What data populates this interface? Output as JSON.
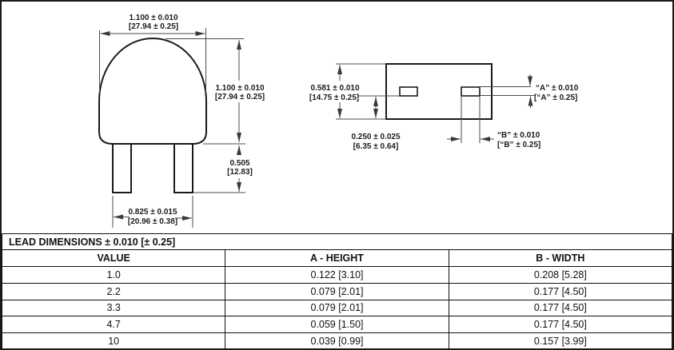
{
  "colors": {
    "ink": "#1a1a1a",
    "dimension_line": "#4c4c4c",
    "background": "#ffffff"
  },
  "front_view": {
    "body_width": {
      "in": "1.100 ± 0.010",
      "mm": "[27.94 ± 0.25]"
    },
    "body_height": {
      "in": "1.100 ± 0.010",
      "mm": "[27.94 ± 0.25]"
    },
    "lead_length": {
      "in": "0.505",
      "mm": "[12.83]"
    },
    "lead_spacing": {
      "in": "0.825 ± 0.015",
      "mm": "[20.96 ± 0.38]"
    }
  },
  "bottom_view": {
    "body_height": {
      "in": "0.581 ± 0.010",
      "mm": "[14.75 ± 0.25]"
    },
    "lead_inset": {
      "in": "0.250 ± 0.025",
      "mm": "[6.35 ± 0.64]"
    },
    "dim_a": {
      "in": "“A” ± 0.010",
      "mm": "[“A” ± 0.25]"
    },
    "dim_b": {
      "in": "“B” ± 0.010",
      "mm": "[“B” ± 0.25]"
    }
  },
  "table": {
    "title": "LEAD DIMENSIONS ± 0.010 [± 0.25]",
    "columns": [
      "VALUE",
      "A - HEIGHT",
      "B - WIDTH"
    ],
    "rows": [
      [
        "1.0",
        "0.122 [3.10]",
        "0.208 [5.28]"
      ],
      [
        "2.2",
        "0.079 [2.01]",
        "0.177 [4.50]"
      ],
      [
        "3.3",
        "0.079 [2.01]",
        "0.177 [4.50]"
      ],
      [
        "4.7",
        "0.059 [1.50]",
        "0.177 [4.50]"
      ],
      [
        "10",
        "0.039 [0.99]",
        "0.157 [3.99]"
      ]
    ]
  }
}
